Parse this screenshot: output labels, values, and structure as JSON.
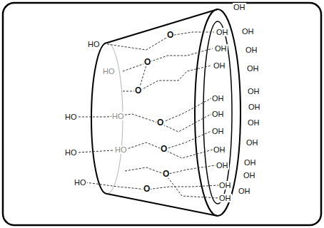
{
  "diagram": {
    "labels": [
      "HO",
      "HO",
      "HO",
      "HO",
      "HO",
      "HO",
      "HO",
      "O",
      "O",
      "O",
      "O",
      "O",
      "O",
      "O",
      "OH",
      "OH",
      "OH",
      "OH",
      "OH",
      "OH",
      "OH",
      "OH",
      "OH",
      "OH",
      "OH",
      "OH",
      "OH",
      "OH",
      "OH",
      "OH",
      "OH",
      "OH",
      "OH",
      "OH",
      "OH"
    ]
  }
}
